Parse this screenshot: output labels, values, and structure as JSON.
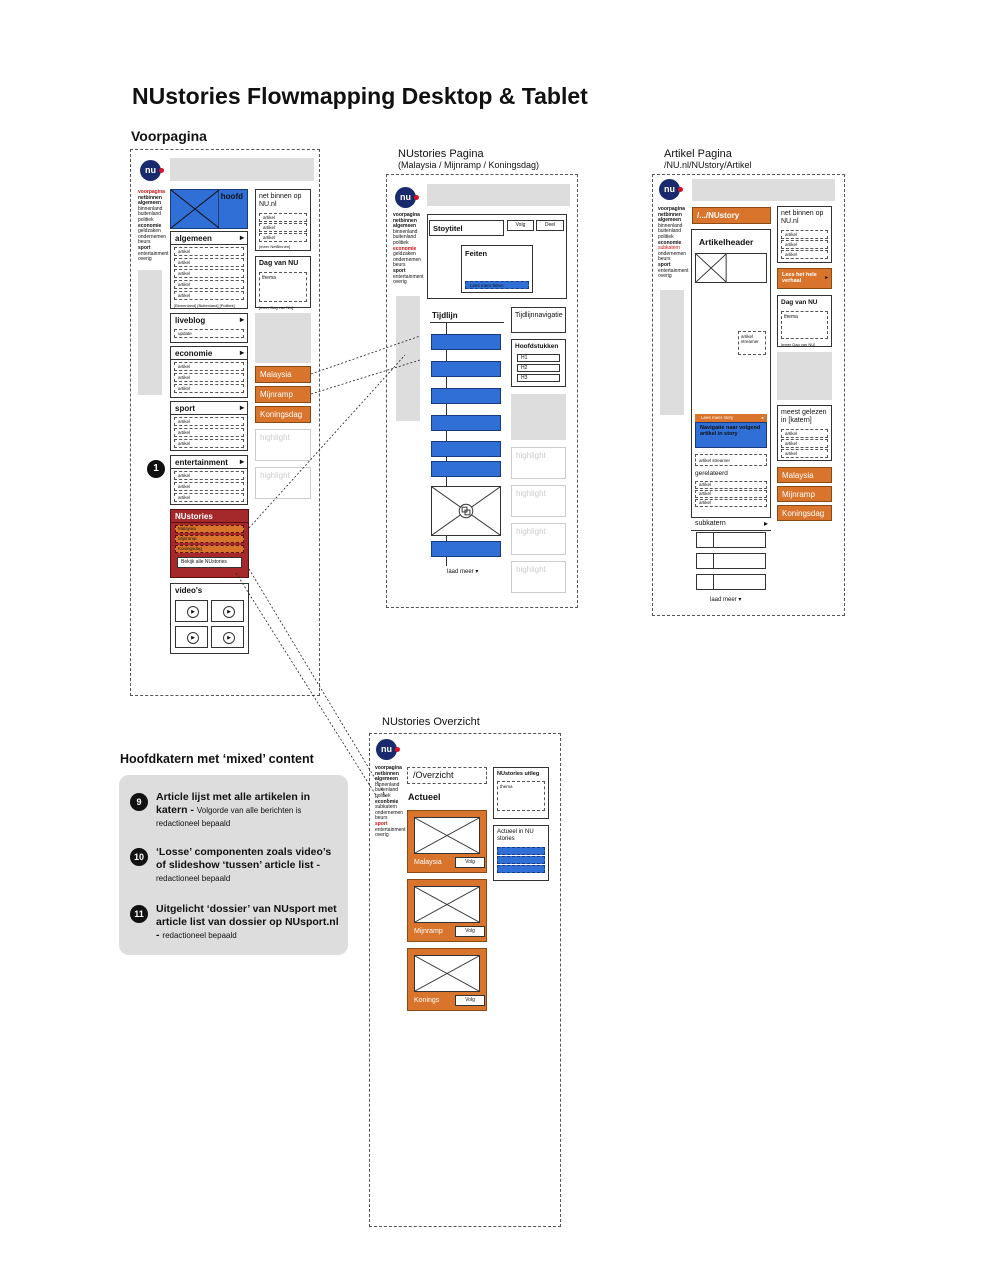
{
  "title": "NUstories Flowmapping Desktop & Tablet",
  "logo_text": "nu",
  "voorpagina": {
    "heading": "Voorpagina",
    "nav": [
      "voorpagina",
      "netbinnen",
      "algemeen",
      "binnenland",
      "buitenland",
      "politiek",
      "economie",
      "geldzaken",
      "ondernemen",
      "beurs",
      "sport",
      "entertainment",
      "overig"
    ],
    "hoofd": "hoofd",
    "net_binnen": "net binnen op NU.nl",
    "artikel": "artikel",
    "meer_net_binnen": "[meer NetBinnen]",
    "dag_van_nu": "Dag van NU",
    "thema": "thema",
    "meer_dag": "[meer Dag van NU]",
    "algemeen": "algemeen",
    "algemeen_foot": "[Binnenland] [Buitenland] [Politiek]",
    "liveblog": "liveblog",
    "update": "update",
    "economie": "economie",
    "sport": "sport",
    "entertainment": "entertainment",
    "marker": "1",
    "nustories": "NUstories",
    "nustories_items": [
      "Malaysia",
      "Mijnramp",
      "Koningsdag"
    ],
    "bekijk": "Bekijk alle NUstories",
    "videos": "video's",
    "stories": [
      "Malaysia",
      "Mijnramp",
      "Koningsdag"
    ],
    "highlight": "highlight"
  },
  "stories_page": {
    "heading": "NUstories Pagina",
    "subheading": "(Malaysia / Mijnramp / Koningsdag)",
    "nav": [
      "voorpagina",
      "netbinnen",
      "algemeen",
      "binnenland",
      "buitenland",
      "politiek",
      "economie",
      "geldzaken",
      "ondernemen",
      "beurs",
      "sport",
      "entertainment",
      "overig"
    ],
    "storytitel": "Stoytitel",
    "volg": "Volg",
    "deel": "Deel",
    "feiten": "Feiten",
    "lees_meer": "Lees meer feiten",
    "tijdlijn": "Tijdlijn",
    "tijdlijnnavigatie": "Tijdlijnnavigatie",
    "hoofdstukken": "Hoofdstukken",
    "h": [
      "H1",
      "H2",
      "H3"
    ],
    "laad_meer": "laad meer",
    "highlight": "highlight"
  },
  "artikel_page": {
    "heading": "Artikel Pagina",
    "subheading": "/NU.nl/NUstory/Artikel",
    "nav": [
      "voorpagina",
      "netbinnen",
      "algemeen",
      "binnenland",
      "buitenland",
      "politiek",
      "economie",
      "subkatern",
      "ondernemen",
      "beurs",
      "sport",
      "entertainment",
      "overig"
    ],
    "crumb": "/.../NUstory",
    "artikelheader": "Artikelheader",
    "net_binnen": "net binnen op NU.nl",
    "artikel": "artikel",
    "lees_verhaal": "Lees het hele verhaal",
    "dag_van_nu": "Dag van NU",
    "thema": "thema",
    "meer_dag": "[meer Dag van NU]",
    "streamer": "artikel streamer",
    "lees_story": "Lees meer story",
    "navigatie": "Navigatie naar volgend artikel in story",
    "gerelateerd": "gerelateerd",
    "meest_gelezen": "meest gelezen in [katern]",
    "stories": [
      "Malaysia",
      "Mijnramp",
      "Koningsdag"
    ],
    "subkatern": "subkatern",
    "laad_meer": "laad meer"
  },
  "overzicht": {
    "heading": "NUstories Overzicht",
    "nav": [
      "voorpagina",
      "netbinnen",
      "algemeen",
      "binnenland",
      "buitenland",
      "politiek",
      "economie",
      "subkatern",
      "ondernemen",
      "beurs",
      "sport",
      "entertainment",
      "overig"
    ],
    "crumb": "/Overzicht",
    "actueel": "Actueel",
    "uitleg": "NUstories uitleg",
    "thema": "thema",
    "actueel_in": "Actueel in NU stories",
    "cards": [
      "Malaysia",
      "Mijnramp",
      "Konings"
    ],
    "volg": "Volg"
  },
  "hoofdkatern": {
    "heading": "Hoofdkatern met ‘mixed’ content",
    "items": [
      {
        "n": "9",
        "bold": "Article lijst met alle artikelen in katern -",
        "small": "Volgorde van alle berichten is redactioneel bepaald"
      },
      {
        "n": "10",
        "bold": "‘Losse’ componenten zoals video’s of slideshow ‘tussen’ article list -",
        "small": "redactioneel bepaald"
      },
      {
        "n": "11",
        "bold": "Uitgelicht ‘dossier’ van NUsport met article list van dossier op NUsport.nl -",
        "small": "redactioneel bepaald"
      }
    ]
  }
}
